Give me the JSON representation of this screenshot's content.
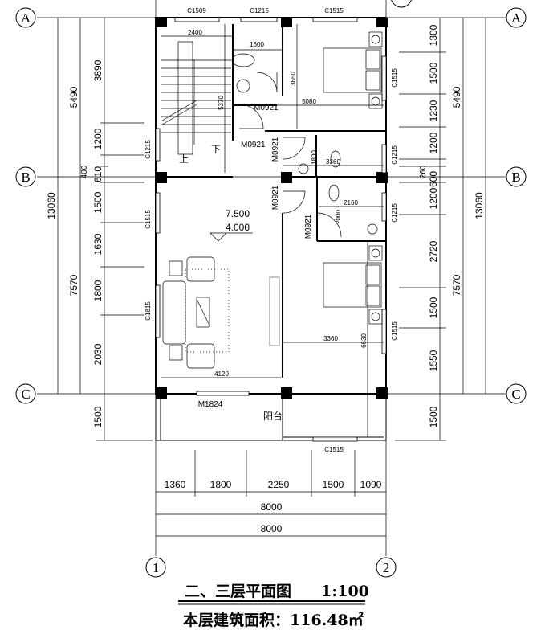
{
  "title": {
    "name": "二、三层平面图",
    "scale": "1:100",
    "area": "本层建筑面积：116.48㎡"
  },
  "axes": {
    "rows": [
      "A",
      "B",
      "C"
    ],
    "cols": [
      "1",
      "2"
    ]
  },
  "windows": {
    "top": [
      "C1509",
      "C1215",
      "C1515"
    ],
    "left": [
      "C1215",
      "C1515",
      "C1815"
    ],
    "right": [
      "C1515",
      "C1215",
      "C1215",
      "C1515"
    ],
    "bottom": [
      "C1515"
    ]
  },
  "doors": {
    "stair_toilet": "M0921",
    "stair_hall": "M0921",
    "bath1": "M0921",
    "bed2": "M0921",
    "bath2": "M0921",
    "balcony": "M1824"
  },
  "room_dims": {
    "stair_width": "2400",
    "toilet_width": "1600",
    "toilet_depth": "3650",
    "stair_depth": "5370",
    "bed1_width": "5080",
    "bath1_depth": "1800",
    "bath1_width": "3360",
    "bath2_width": "2160",
    "bath2_depth": "2000",
    "bed2_width": "3360",
    "bed2_depth": "6630",
    "living_width": "4120"
  },
  "elevation": {
    "upper": "7.500",
    "lower": "4.000"
  },
  "labels": {
    "stairs_up": "上",
    "stairs_down": "下",
    "balcony": "阳台"
  },
  "left_dims": {
    "total": "13060",
    "ab": "5490",
    "bc": "7570",
    "detail": [
      "3890",
      "1200",
      "400",
      "610",
      "1500",
      "1630",
      "1800",
      "2030",
      "1500"
    ]
  },
  "right_dims": {
    "total": "13060",
    "ab": "5490",
    "bc": "7570",
    "detail": [
      "1300",
      "1500",
      "1230",
      "1200",
      "260",
      "600",
      "1200",
      "2720",
      "1500",
      "1550",
      "1500"
    ]
  },
  "bottom_dims": {
    "detail": [
      "1360",
      "1800",
      "2250",
      "1500",
      "1090"
    ],
    "total1": "8000",
    "total2": "8000"
  }
}
